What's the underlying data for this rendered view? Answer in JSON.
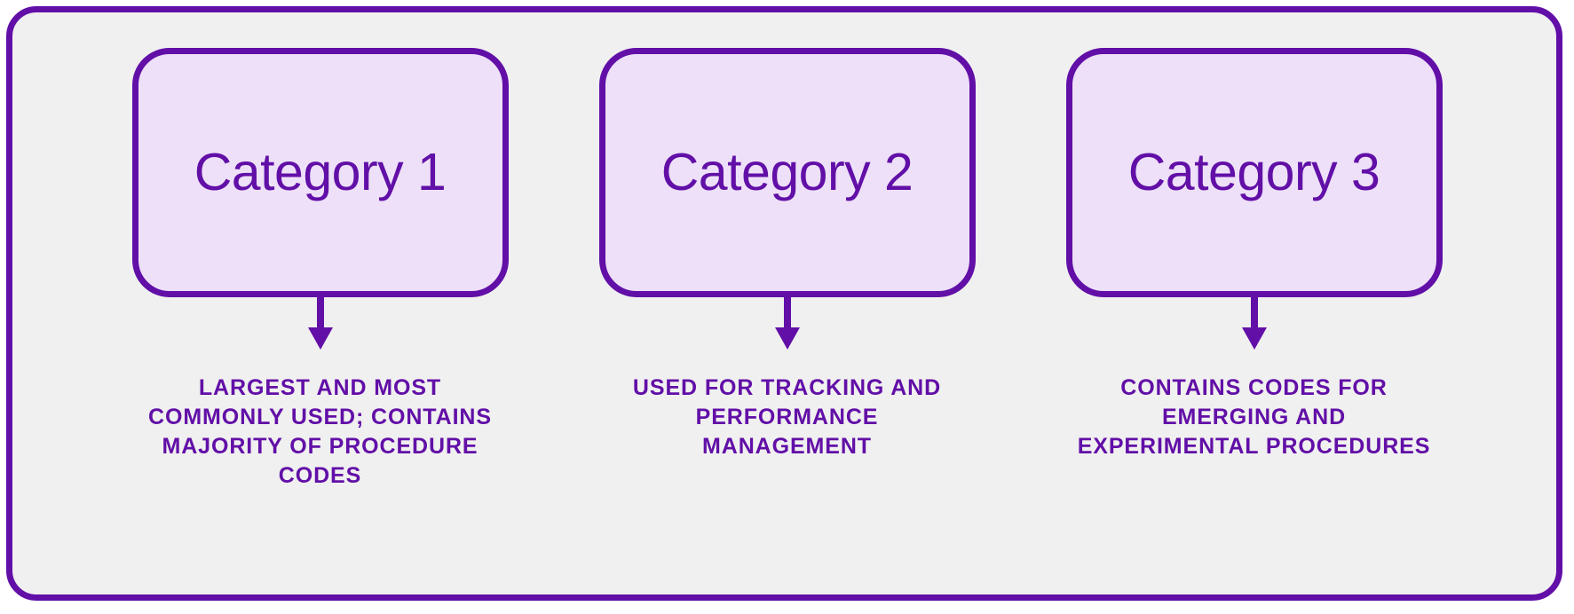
{
  "diagram": {
    "background_color": "#F0F0F0",
    "page_background": "#FFFFFF",
    "accent_color": "#620FA7",
    "box_fill_color": "#EDE0F8",
    "border_color": "#620FA7",
    "columns": [
      {
        "title": "Category 1",
        "caption": "LARGEST AND MOST COMMONLY USED; CONTAINS MAJORITY OF PROCEDURE CODES",
        "arrow": "down-arrow-icon"
      },
      {
        "title": "Category 2",
        "caption": "USED FOR TRACKING AND PERFORMANCE MANAGEMENT",
        "arrow": "down-arrow-icon"
      },
      {
        "title": "Category 3",
        "caption": "CONTAINS CODES FOR EMERGING AND EXPERIMENTAL PROCEDURES",
        "arrow": "down-arrow-icon"
      }
    ]
  }
}
